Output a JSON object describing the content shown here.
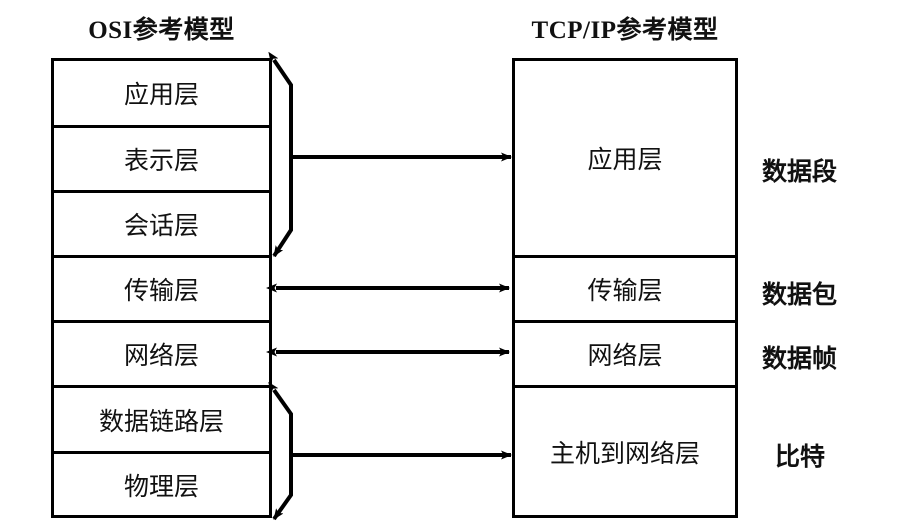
{
  "diagram": {
    "titles": {
      "osi": "OSI参考模型",
      "tcpip": "TCP/IP参考模型"
    },
    "osi_layers": [
      {
        "label": "应用层"
      },
      {
        "label": "表示层"
      },
      {
        "label": "会话层"
      },
      {
        "label": "传输层"
      },
      {
        "label": "网络层"
      },
      {
        "label": "数据链路层"
      },
      {
        "label": "物理层"
      }
    ],
    "tcpip_layers": [
      {
        "label": "应用层"
      },
      {
        "label": "传输层"
      },
      {
        "label": "网络层"
      },
      {
        "label": "主机到网络层"
      }
    ],
    "data_unit_labels": [
      {
        "label": "数据段"
      },
      {
        "label": "数据包"
      },
      {
        "label": "数据帧"
      },
      {
        "label": "比特"
      }
    ],
    "colors": {
      "line": "#000000",
      "text": "#111111",
      "background": "#ffffff"
    }
  }
}
